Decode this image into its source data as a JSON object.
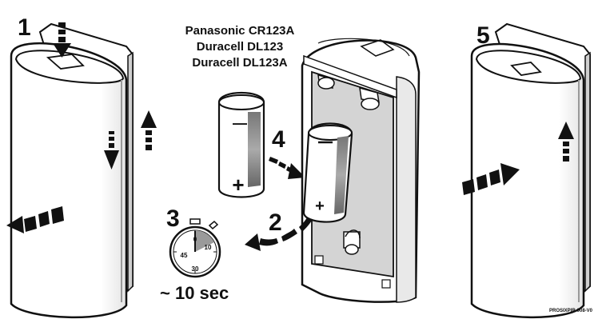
{
  "battery_models": [
    "Panasonic CR123A",
    "Duracell DL123",
    "Duracell DL123A"
  ],
  "steps": [
    "1",
    "2",
    "3",
    "4",
    "5"
  ],
  "timer": {
    "dial_labels": [
      "0",
      "10",
      "45",
      "30"
    ],
    "duration": "~ 10 sec"
  },
  "battery_polarity": {
    "minus": "—",
    "plus": "+"
  },
  "figure_code": "PROSIXPIR-008-V0"
}
